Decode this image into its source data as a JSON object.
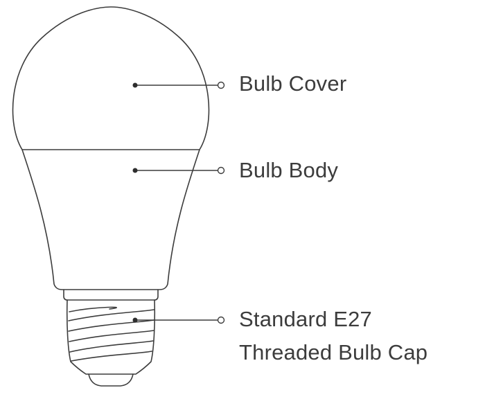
{
  "labels": {
    "cover": "Bulb Cover",
    "body": "Bulb Body",
    "cap_line1": "Standard E27",
    "cap_line2": "Threaded Bulb Cap"
  },
  "colors": {
    "line": "#3c3c3c",
    "background": "#ffffff"
  }
}
